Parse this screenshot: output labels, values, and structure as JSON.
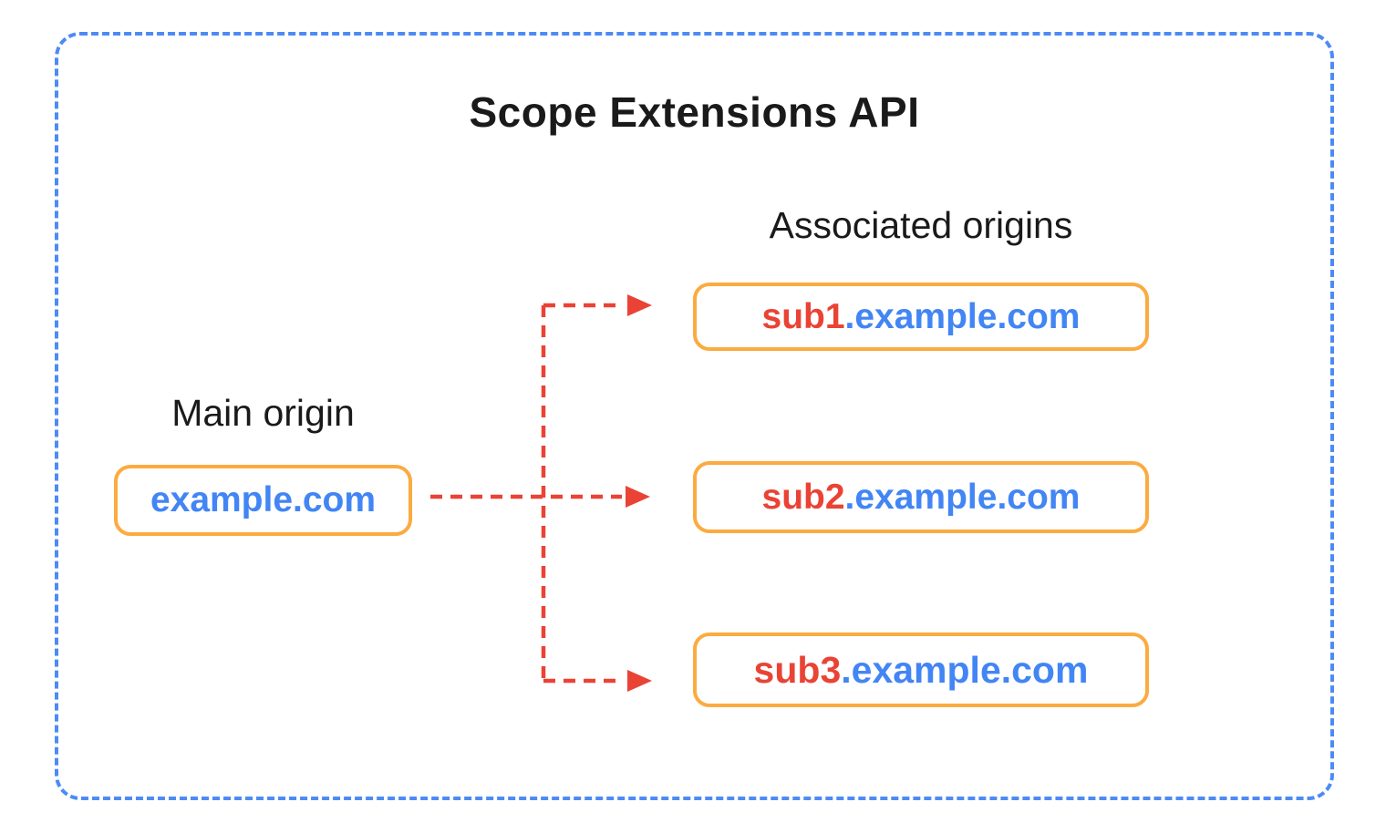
{
  "diagram": {
    "title": "Scope Extensions API",
    "main_origin": {
      "label": "Main origin",
      "domain": "example.com"
    },
    "associated_origins": {
      "label": "Associated origins",
      "items": [
        {
          "prefix": "sub1",
          "suffix": ".example.com"
        },
        {
          "prefix": "sub2",
          "suffix": ".example.com"
        },
        {
          "prefix": "sub3",
          "suffix": ".example.com"
        }
      ]
    },
    "colors": {
      "outer_border_blue": "#4C8BF5",
      "box_border_orange": "#FBAB40",
      "domain_blue": "#4285F4",
      "subdomain_red": "#EA4335",
      "arrow_red": "#EA4335",
      "text_black": "#1A1A1A"
    }
  }
}
